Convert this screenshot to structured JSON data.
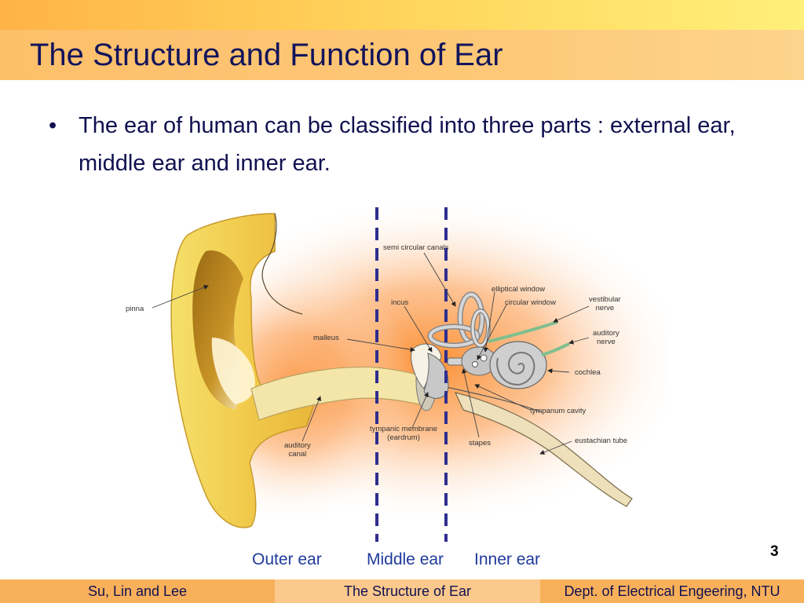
{
  "slide": {
    "title": "The Structure and Function of Ear",
    "bullet": "The ear of human can be classified into three parts : external ear, middle ear and inner ear.",
    "bullet_marker": "•",
    "page_number": "3"
  },
  "figure": {
    "labels": {
      "pinna": "pinna",
      "semi_circular_canals": "semi circular canals",
      "incus": "incus",
      "elliptical_window": "elliptical window",
      "circular_window": "circular window",
      "vestibular_nerve_1": "vestibular",
      "vestibular_nerve_2": "nerve",
      "auditory_nerve_1": "auditory",
      "auditory_nerve_2": "nerve",
      "malleus": "malleus",
      "cochlea": "cochlea",
      "tympanum_cavity": "tympanum cavity",
      "tympanic_membrane_1": "tympanic membrane",
      "tympanic_membrane_2": "(eardrum)",
      "stapes": "stapes",
      "eustachian_tube": "eustachian tube",
      "auditory_canal_1": "auditory",
      "auditory_canal_2": "canal"
    },
    "regions": {
      "outer": "Outer ear",
      "middle": "Middle ear",
      "inner": "Inner ear"
    },
    "colors": {
      "divider": "#2e2e8f",
      "region_text": "#1f3a9c",
      "glow": "#fb8a2a",
      "pinna": "#f5dd64"
    }
  },
  "footer": {
    "left": "Su, Lin and Lee",
    "center": "The Structure of Ear",
    "right": "Dept. of Electrical Engeering, NTU"
  }
}
